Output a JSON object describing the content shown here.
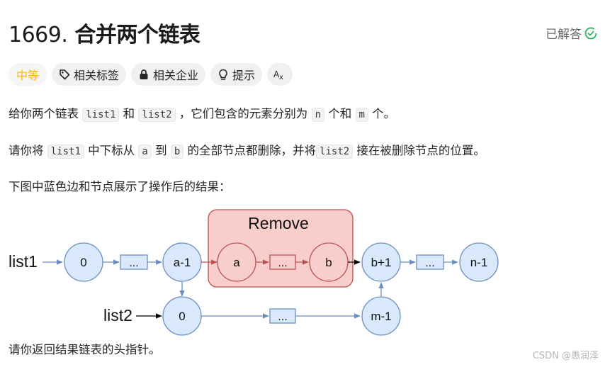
{
  "header": {
    "number": "1669.",
    "title": "合并两个链表",
    "status": "已解答"
  },
  "tags": {
    "difficulty": "中等",
    "related_tags": "相关标签",
    "related_companies": "相关企业",
    "hint": "提示",
    "lang_icon": "Aa"
  },
  "description": {
    "p1": {
      "a": "给你两个链表 ",
      "c1": "list1",
      "b": " 和 ",
      "c2": "list2",
      "c": " ，它们包含的元素分别为 ",
      "c3": "n",
      "d": " 个和 ",
      "c4": "m",
      "e": " 个。"
    },
    "p2": {
      "a": "请你将 ",
      "c1": "list1",
      "b": " 中下标从 ",
      "c2": "a",
      "c": " 到 ",
      "c3": "b",
      "d": " 的全部节点都删除，并将",
      "c4": "list2",
      "e": " 接在被删除节点的位置。"
    },
    "p3": "下图中蓝色边和节点展示了操作后的结果：",
    "p4": "请你返回结果链表的头指针。"
  },
  "diagram": {
    "remove_label": "Remove",
    "list1_label": "list1",
    "list2_label": "list2",
    "ellipsis": "...",
    "nodes": {
      "n0": "0",
      "a1": "a-1",
      "a": "a",
      "b": "b",
      "b1": "b+1",
      "n1": "n-1",
      "l2_0": "0",
      "m1": "m-1"
    }
  },
  "footer": {
    "watermark": "CSDN @愚润泽"
  }
}
